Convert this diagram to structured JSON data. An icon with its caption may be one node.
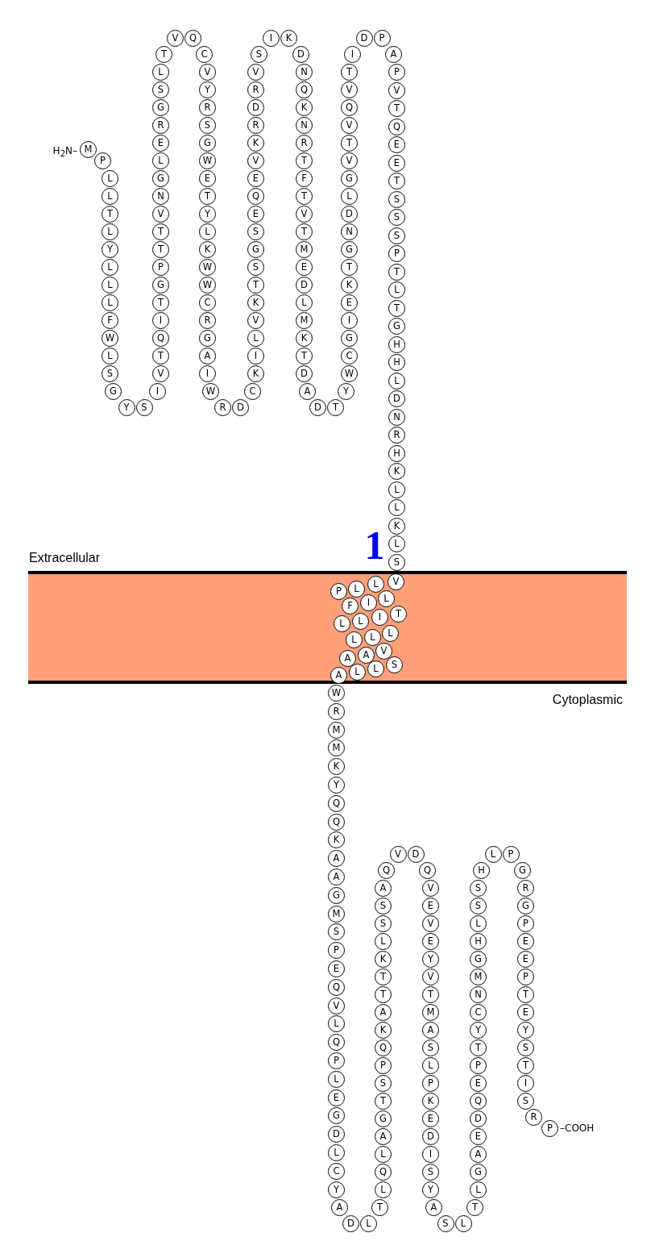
{
  "diagram": {
    "nodes": [
      {
        "text": [
          "M"
        ]
      },
      {
        "text": [
          "P"
        ]
      },
      {
        "text": [
          "L"
        ]
      },
      {
        "text": [
          "L"
        ]
      },
      {
        "text": [
          "T"
        ]
      },
      {
        "text": [
          "L"
        ]
      },
      {
        "text": [
          "Y"
        ]
      },
      {
        "text": [
          "L"
        ]
      },
      {
        "text": [
          "L"
        ]
      },
      {
        "text": [
          "L"
        ]
      },
      {
        "text": [
          "F"
        ]
      },
      {
        "text": [
          "W"
        ]
      },
      {
        "text": [
          "L"
        ]
      },
      {
        "text": [
          "S"
        ]
      },
      {
        "text": [
          "G"
        ]
      },
      {
        "text": [
          "Y"
        ]
      },
      {
        "text": [
          "S"
        ]
      },
      {
        "text": [
          "I"
        ]
      },
      {
        "text": [
          "V"
        ]
      },
      {
        "text": [
          "T"
        ]
      },
      {
        "text": [
          "Q"
        ]
      },
      {
        "text": [
          "I"
        ]
      },
      {
        "text": [
          "T"
        ]
      },
      {
        "text": [
          "G"
        ]
      },
      {
        "text": [
          "P"
        ]
      },
      {
        "text": [
          "T"
        ]
      },
      {
        "text": [
          "T"
        ]
      },
      {
        "text": [
          "V"
        ]
      },
      {
        "text": [
          "N"
        ]
      },
      {
        "text": [
          "G"
        ]
      },
      {
        "text": [
          "L"
        ]
      },
      {
        "text": [
          "E"
        ]
      },
      {
        "text": [
          "R"
        ]
      },
      {
        "text": [
          "G"
        ]
      },
      {
        "text": [
          "S"
        ]
      },
      {
        "text": [
          "L"
        ]
      },
      {
        "text": [
          "T"
        ]
      },
      {
        "text": [
          "V"
        ]
      },
      {
        "text": [
          "Q"
        ]
      },
      {
        "text": [
          "C"
        ]
      },
      {
        "text": [
          "V"
        ]
      },
      {
        "text": [
          "Y"
        ]
      },
      {
        "text": [
          "R"
        ]
      },
      {
        "text": [
          "S"
        ]
      },
      {
        "text": [
          "G"
        ]
      },
      {
        "text": [
          "W"
        ]
      },
      {
        "text": [
          "E"
        ]
      },
      {
        "text": [
          "T"
        ]
      },
      {
        "text": [
          "Y"
        ]
      },
      {
        "text": [
          "L"
        ]
      },
      {
        "text": [
          "K"
        ]
      },
      {
        "text": [
          "W"
        ]
      },
      {
        "text": [
          "W"
        ]
      },
      {
        "text": [
          "C"
        ]
      },
      {
        "text": [
          "R"
        ]
      },
      {
        "text": [
          "G"
        ]
      },
      {
        "text": [
          "A"
        ]
      },
      {
        "text": [
          "I"
        ]
      },
      {
        "text": [
          "W"
        ]
      },
      {
        "text": [
          "R"
        ]
      },
      {
        "text": [
          "D"
        ]
      },
      {
        "text": [
          "C"
        ]
      },
      {
        "text": [
          "K"
        ]
      },
      {
        "text": [
          "I"
        ]
      },
      {
        "text": [
          "L"
        ]
      },
      {
        "text": [
          "V"
        ]
      },
      {
        "text": [
          "K"
        ]
      },
      {
        "text": [
          "T"
        ]
      },
      {
        "text": [
          "S"
        ]
      },
      {
        "text": [
          "G"
        ]
      },
      {
        "text": [
          "S"
        ]
      },
      {
        "text": [
          "E"
        ]
      },
      {
        "text": [
          "Q"
        ]
      },
      {
        "text": [
          "E"
        ]
      },
      {
        "text": [
          "V"
        ]
      },
      {
        "text": [
          "K"
        ]
      },
      {
        "text": [
          "R"
        ]
      },
      {
        "text": [
          "D"
        ]
      },
      {
        "text": [
          "R"
        ]
      },
      {
        "text": [
          "V"
        ]
      },
      {
        "text": [
          "S"
        ]
      },
      {
        "text": [
          "I"
        ]
      },
      {
        "text": [
          "K"
        ]
      },
      {
        "text": [
          "D"
        ]
      },
      {
        "text": [
          "N"
        ]
      },
      {
        "text": [
          "Q"
        ]
      },
      {
        "text": [
          "K"
        ]
      },
      {
        "text": [
          "N"
        ]
      },
      {
        "text": [
          "R"
        ]
      },
      {
        "text": [
          "T"
        ]
      },
      {
        "text": [
          "F"
        ]
      },
      {
        "text": [
          "T"
        ]
      },
      {
        "text": [
          "V"
        ]
      },
      {
        "text": [
          "T"
        ]
      },
      {
        "text": [
          "M"
        ]
      },
      {
        "text": [
          "E"
        ]
      },
      {
        "text": [
          "D"
        ]
      },
      {
        "text": [
          "L"
        ]
      },
      {
        "text": [
          "M"
        ]
      },
      {
        "text": [
          "K"
        ]
      },
      {
        "text": [
          "T"
        ]
      },
      {
        "text": [
          "D"
        ]
      },
      {
        "text": [
          "A"
        ]
      },
      {
        "text": [
          "D"
        ]
      },
      {
        "text": [
          "T"
        ]
      },
      {
        "text": [
          "Y"
        ]
      },
      {
        "text": [
          "W"
        ]
      },
      {
        "text": [
          "C"
        ]
      },
      {
        "text": [
          "G"
        ]
      },
      {
        "text": [
          "I"
        ]
      },
      {
        "text": [
          "E"
        ]
      },
      {
        "text": [
          "K"
        ]
      },
      {
        "text": [
          "T"
        ]
      },
      {
        "text": [
          "G"
        ]
      },
      {
        "text": [
          "N"
        ]
      },
      {
        "text": [
          "D"
        ]
      },
      {
        "text": [
          "L"
        ]
      },
      {
        "text": [
          "G"
        ]
      },
      {
        "text": [
          "V"
        ]
      },
      {
        "text": [
          "T"
        ]
      },
      {
        "text": [
          "V"
        ]
      },
      {
        "text": [
          "Q"
        ]
      },
      {
        "text": [
          "V"
        ]
      },
      {
        "text": [
          "T"
        ]
      },
      {
        "text": [
          "I"
        ]
      },
      {
        "text": [
          "D"
        ]
      },
      {
        "text": [
          "P"
        ]
      },
      {
        "text": [
          "A"
        ]
      },
      {
        "text": [
          "P"
        ]
      },
      {
        "text": [
          "V"
        ]
      },
      {
        "text": [
          "T"
        ]
      },
      {
        "text": [
          "Q"
        ]
      },
      {
        "text": [
          "E"
        ]
      },
      {
        "text": [
          "E"
        ]
      },
      {
        "text": [
          "T"
        ]
      },
      {
        "text": [
          "S"
        ]
      },
      {
        "text": [
          "S"
        ]
      },
      {
        "text": [
          "S"
        ]
      },
      {
        "text": [
          "P"
        ]
      },
      {
        "text": [
          "T"
        ]
      },
      {
        "text": [
          "L"
        ]
      },
      {
        "text": [
          "T"
        ]
      },
      {
        "text": [
          "G"
        ]
      },
      {
        "text": [
          "H"
        ]
      },
      {
        "text": [
          "H"
        ]
      },
      {
        "text": [
          "L"
        ]
      },
      {
        "text": [
          "D"
        ]
      },
      {
        "text": [
          "N"
        ]
      },
      {
        "text": [
          "R"
        ]
      },
      {
        "text": [
          "H"
        ]
      },
      {
        "text": [
          "K"
        ]
      },
      {
        "text": [
          "L"
        ]
      },
      {
        "text": [
          "L"
        ]
      },
      {
        "text": [
          "K"
        ]
      },
      {
        "text": [
          "L"
        ]
      },
      {
        "text": [
          "S"
        ]
      },
      {
        "text": [
          "V"
        ]
      },
      {
        "text": [
          "L"
        ]
      },
      {
        "text": [
          "L"
        ]
      },
      {
        "text": [
          "P"
        ]
      },
      {
        "text": [
          "L"
        ]
      },
      {
        "text": [
          "I"
        ]
      },
      {
        "text": [
          "F"
        ]
      },
      {
        "text": [
          "T"
        ]
      },
      {
        "text": [
          "I"
        ]
      },
      {
        "text": [
          "L"
        ]
      },
      {
        "text": [
          "L"
        ]
      },
      {
        "text": [
          "L"
        ]
      },
      {
        "text": [
          "L"
        ]
      },
      {
        "text": [
          "L"
        ]
      },
      {
        "text": [
          "V"
        ]
      },
      {
        "text": [
          "A"
        ]
      },
      {
        "text": [
          "A"
        ]
      },
      {
        "text": [
          "S"
        ]
      },
      {
        "text": [
          "L"
        ]
      },
      {
        "text": [
          "L"
        ]
      },
      {
        "text": [
          "A"
        ]
      },
      {
        "text": [
          "W"
        ]
      },
      {
        "text": [
          "R"
        ]
      },
      {
        "text": [
          "M"
        ]
      },
      {
        "text": [
          "M"
        ]
      },
      {
        "text": [
          "K"
        ]
      },
      {
        "text": [
          "Y"
        ]
      },
      {
        "text": [
          "Q"
        ]
      },
      {
        "text": [
          "Q"
        ]
      },
      {
        "text": [
          "K"
        ]
      },
      {
        "text": [
          "A"
        ]
      },
      {
        "text": [
          "A"
        ]
      },
      {
        "text": [
          "G"
        ]
      },
      {
        "text": [
          "M"
        ]
      },
      {
        "text": [
          "S"
        ]
      },
      {
        "text": [
          "P"
        ]
      },
      {
        "text": [
          "E"
        ]
      },
      {
        "text": [
          "Q"
        ]
      },
      {
        "text": [
          "V"
        ]
      },
      {
        "text": [
          "L"
        ]
      },
      {
        "text": [
          "Q"
        ]
      },
      {
        "text": [
          "P"
        ]
      },
      {
        "text": [
          "L"
        ]
      },
      {
        "text": [
          "E"
        ]
      },
      {
        "text": [
          "G"
        ]
      },
      {
        "text": [
          "D"
        ]
      },
      {
        "text": [
          "L"
        ]
      },
      {
        "text": [
          "C"
        ]
      },
      {
        "text": [
          "Y"
        ]
      },
      {
        "text": [
          "A"
        ]
      },
      {
        "text": [
          "D"
        ]
      },
      {
        "text": [
          "L"
        ]
      },
      {
        "text": [
          "T"
        ]
      },
      {
        "text": [
          "L"
        ]
      },
      {
        "text": [
          "Q"
        ]
      },
      {
        "text": [
          "L"
        ]
      },
      {
        "text": [
          "A"
        ]
      },
      {
        "text": [
          "G"
        ]
      },
      {
        "text": [
          "T"
        ]
      },
      {
        "text": [
          "S"
        ]
      },
      {
        "text": [
          "P"
        ]
      },
      {
        "text": [
          "Q"
        ]
      },
      {
        "text": [
          "K"
        ]
      },
      {
        "text": [
          "A"
        ]
      },
      {
        "text": [
          "T"
        ]
      },
      {
        "text": [
          "T"
        ]
      },
      {
        "text": [
          "K"
        ]
      },
      {
        "text": [
          "L"
        ]
      },
      {
        "text": [
          "S"
        ]
      },
      {
        "text": [
          "S"
        ]
      },
      {
        "text": [
          "A"
        ]
      },
      {
        "text": [
          "Q"
        ]
      },
      {
        "text": [
          "V"
        ]
      },
      {
        "text": [
          "D"
        ]
      },
      {
        "text": [
          "Q"
        ]
      },
      {
        "text": [
          "V"
        ]
      },
      {
        "text": [
          "E"
        ]
      },
      {
        "text": [
          "V"
        ]
      },
      {
        "text": [
          "E"
        ]
      },
      {
        "text": [
          "Y"
        ]
      },
      {
        "text": [
          "V"
        ]
      },
      {
        "text": [
          "T"
        ]
      },
      {
        "text": [
          "M"
        ]
      },
      {
        "text": [
          "A"
        ]
      },
      {
        "text": [
          "S"
        ]
      },
      {
        "text": [
          "L"
        ]
      },
      {
        "text": [
          "P"
        ]
      },
      {
        "text": [
          "K"
        ]
      },
      {
        "text": [
          "E"
        ]
      },
      {
        "text": [
          "D"
        ]
      },
      {
        "text": [
          "I"
        ]
      },
      {
        "text": [
          "S"
        ]
      },
      {
        "text": [
          "Y"
        ]
      },
      {
        "text": [
          "A"
        ]
      },
      {
        "text": [
          "S"
        ]
      },
      {
        "text": [
          "L"
        ]
      },
      {
        "text": [
          "T"
        ]
      },
      {
        "text": [
          "L"
        ]
      },
      {
        "text": [
          "G"
        ]
      },
      {
        "text": [
          "A"
        ]
      },
      {
        "text": [
          "E"
        ]
      },
      {
        "text": [
          "D"
        ]
      },
      {
        "text": [
          "Q"
        ]
      },
      {
        "text": [
          "E"
        ]
      },
      {
        "text": [
          "P"
        ]
      },
      {
        "text": [
          "T"
        ]
      },
      {
        "text": [
          "Y"
        ]
      },
      {
        "text": [
          "C"
        ]
      },
      {
        "text": [
          "N"
        ]
      },
      {
        "text": [
          "M"
        ]
      },
      {
        "text": [
          "G"
        ]
      },
      {
        "text": [
          "H"
        ]
      },
      {
        "text": [
          "L"
        ]
      },
      {
        "text": [
          "S"
        ]
      },
      {
        "text": [
          "S"
        ]
      },
      {
        "text": [
          "H"
        ]
      },
      {
        "text": [
          "L"
        ]
      },
      {
        "text": [
          "P"
        ]
      },
      {
        "text": [
          "G"
        ]
      },
      {
        "text": [
          "R"
        ]
      },
      {
        "text": [
          "G"
        ]
      },
      {
        "text": [
          "P"
        ]
      },
      {
        "text": [
          "E"
        ]
      },
      {
        "text": [
          "E"
        ]
      },
      {
        "text": [
          "P"
        ]
      },
      {
        "text": [
          "T"
        ]
      },
      {
        "text": [
          "E"
        ]
      },
      {
        "text": [
          "Y"
        ]
      },
      {
        "text": [
          "S"
        ]
      },
      {
        "text": [
          "T"
        ]
      },
      {
        "text": [
          "I"
        ]
      },
      {
        "text": [
          "S"
        ]
      },
      {
        "text": [
          "R"
        ]
      },
      {
        "text": [
          "P"
        ]
      }
    ],
    "labels": [
      "H$_{2}$N–",
      "1",
      "Extracellular",
      "Cytoplasmic",
      "–COOH"
    ]
  }
}
